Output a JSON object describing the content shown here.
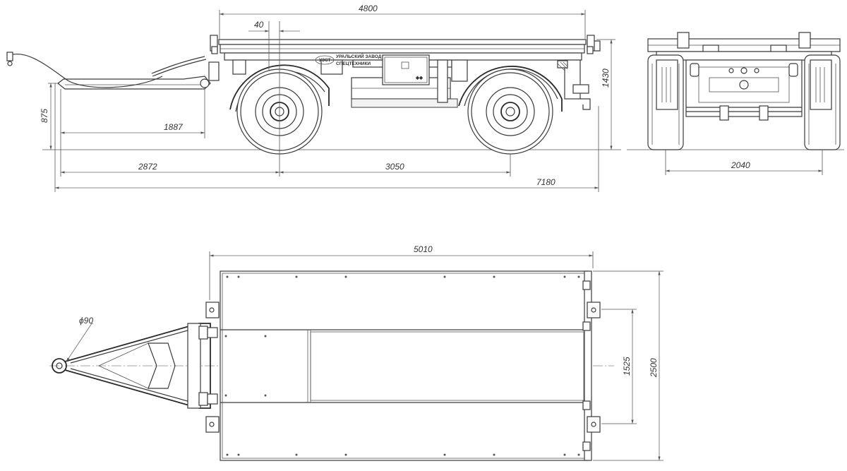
{
  "dimensions": {
    "side_overall_deck": "4800",
    "side_offset": "40",
    "side_height": "1430",
    "side_drawbar_height": "875",
    "side_drawbar_length": "1887",
    "side_front_to_axle": "2872",
    "side_wheelbase": "3050",
    "side_overall_length": "7180",
    "rear_track": "2040",
    "top_deck_length": "5010",
    "top_eye_diameter": "ϕ90",
    "top_inner_width": "1525",
    "top_overall_width": "2500"
  },
  "logo": {
    "badge": "УЗСТ",
    "line1": "УРАЛЬСКИЙ ЗАВОД",
    "line2": "СПЕЦТЕХНИКИ"
  },
  "colors": {
    "line": "#3a3a3a",
    "dimension": "#666666",
    "background": "#ffffff"
  }
}
